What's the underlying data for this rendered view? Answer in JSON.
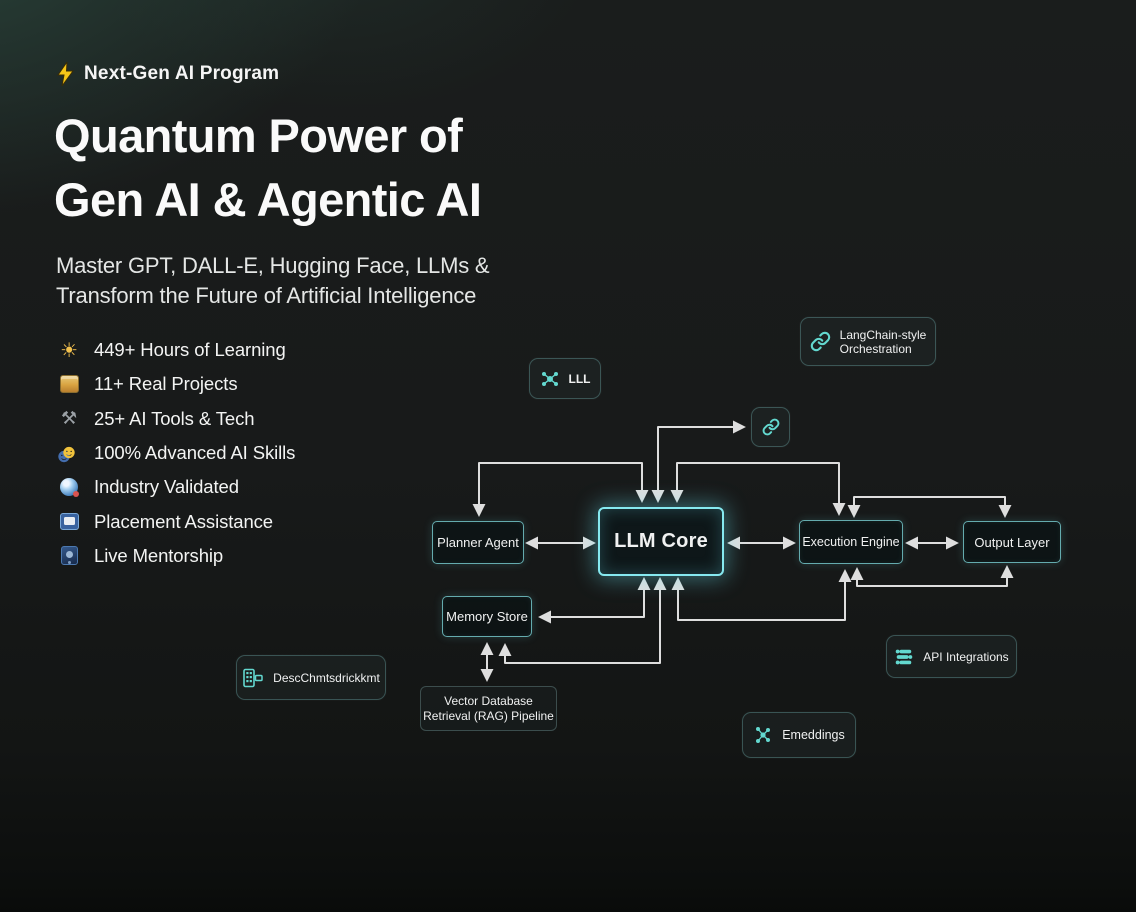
{
  "hero": {
    "badge": {
      "icon": "lightning-icon",
      "label": "Next-Gen AI Program"
    },
    "title_line1": "Quantum Power of",
    "title_line2": "Gen AI & Agentic AI",
    "subtitle_line1": "Master GPT, DALL-E, Hugging Face, LLMs &",
    "subtitle_line2": "Transform the Future of Artificial Intelligence",
    "features": [
      {
        "icon": "sun-icon",
        "label": "449+ Hours of Learning"
      },
      {
        "icon": "notepad-icon",
        "label": "11+ Real Projects"
      },
      {
        "icon": "wrench-icon",
        "label": "25+ AI Tools & Tech"
      },
      {
        "icon": "smiley-icon",
        "label": "100% Advanced AI Skills"
      },
      {
        "icon": "globe-icon",
        "label": "Industry Validated"
      },
      {
        "icon": "monitor-icon",
        "label": "Placement Assistance"
      },
      {
        "icon": "mentor-icon",
        "label": "Live Mentorship"
      }
    ]
  },
  "diagram": {
    "accent_color": "#63d8cf",
    "glow_color": "#86e9f0",
    "connector_color": "#dedede",
    "nodes": {
      "llm_chip": {
        "icon": "network-icon",
        "label": "LLL"
      },
      "langchain": {
        "icon": "chain-link-icon",
        "label_line1": "LangChain-style",
        "label_line2": "Orchestration"
      },
      "link_chip": {
        "icon": "chain-link-icon"
      },
      "planner": {
        "label": "Planner Agent"
      },
      "llm_core": {
        "label": "LLM Core"
      },
      "execution": {
        "label": "Execution Engine"
      },
      "output": {
        "label": "Output Layer"
      },
      "memory": {
        "label": "Memory Store"
      },
      "vector": {
        "label_line1": "Vector Database",
        "label_line2": "Retrieval (RAG) Pipeline"
      },
      "doc_chunk": {
        "icon": "building-icon",
        "label": "DescChmtsdrickkmt"
      },
      "api": {
        "icon": "api-icon",
        "label": "API Integrations"
      },
      "embeddings": {
        "icon": "network-icon",
        "label": "Emeddings"
      }
    }
  }
}
